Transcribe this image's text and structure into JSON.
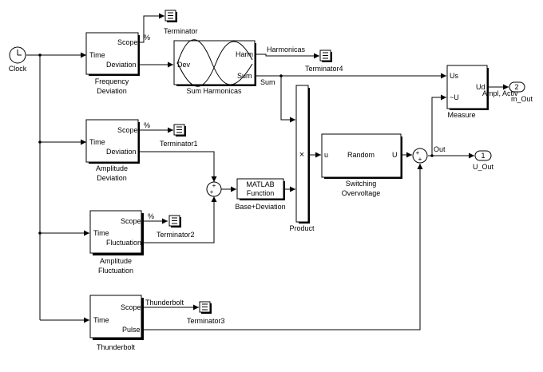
{
  "blocks": {
    "clock": {
      "label": "Clock"
    },
    "freq_dev": {
      "caption": [
        "Frequency",
        "Deviation"
      ],
      "in_port": "Time",
      "out_ports": [
        "Scope",
        "Deviation"
      ]
    },
    "amp_dev": {
      "caption": [
        "Amplitude",
        "Deviation"
      ],
      "in_port": "Time",
      "out_ports": [
        "Scope",
        "Deviation"
      ]
    },
    "amp_fluct": {
      "caption": [
        "Amplitude",
        "Fluctuation"
      ],
      "in_port": "Time",
      "out_ports": [
        "Scope",
        "Fluctuation"
      ]
    },
    "thunderbolt": {
      "caption": [
        "Thunderbolt"
      ],
      "in_port": "Time",
      "out_ports": [
        "Scope",
        "Pulse"
      ]
    },
    "sum_harm": {
      "caption": "Sum Harmonicas",
      "in_port": "Dev",
      "out_ports": [
        "Harm",
        "Sum"
      ]
    },
    "terminator": {
      "label": "Terminator"
    },
    "terminator1": {
      "label": "Terminator1"
    },
    "terminator2": {
      "label": "Terminator2"
    },
    "terminator3": {
      "label": "Terminator3"
    },
    "terminator4": {
      "label": "Terminator4"
    },
    "sum1": {
      "signs": [
        "+",
        "+"
      ]
    },
    "matlab_fn": {
      "lines": [
        "MATLAB",
        "Function"
      ],
      "caption": "Base+Deviation"
    },
    "product": {
      "symbol": "×",
      "caption": "Product"
    },
    "switching": {
      "title": "Random",
      "in_port": "u",
      "out_port": "U",
      "caption": [
        "Switching",
        "Overvoltage"
      ]
    },
    "sum2": {
      "signs": [
        "+",
        "+"
      ]
    },
    "measure": {
      "in_ports": [
        "Us",
        "~U"
      ],
      "out_port": "Ud",
      "caption": "Measure"
    },
    "out1": {
      "number": "1",
      "label": "U_Out"
    },
    "out2": {
      "number": "2",
      "label": "m_Out"
    }
  },
  "signals": {
    "pct1": "%",
    "pct2": "%",
    "pct3": "%",
    "harmonicas": "Harmonicas",
    "sum": "Sum",
    "thunderbolt": "Thunderbolt",
    "out": "Out",
    "ampl_activ": "Ampl, Activ"
  }
}
